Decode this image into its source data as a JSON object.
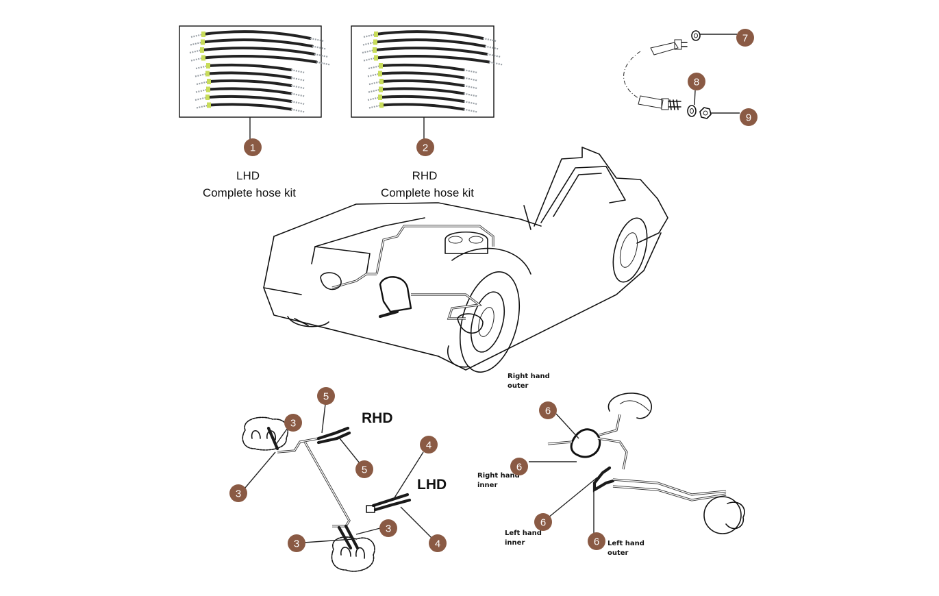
{
  "diagram": {
    "title": "Brake hose kit parts diagram",
    "badge_color": "#8a5a44",
    "kits": [
      {
        "number": "1",
        "line1": "LHD",
        "line2": "Complete hose kit"
      },
      {
        "number": "2",
        "line1": "RHD",
        "line2": "Complete hose kit"
      }
    ],
    "callouts": {
      "c3a": "3",
      "c3b": "3",
      "c3c": "3",
      "c3d": "3",
      "c4a": "4",
      "c4b": "4",
      "c5a": "5",
      "c5b": "5",
      "c6a": "6",
      "c6b": "6",
      "c6c": "6",
      "c6d": "6",
      "c7": "7",
      "c8": "8",
      "c9": "9"
    },
    "labels": {
      "rhd": "RHD",
      "lhd": "LHD",
      "right_hand_outer_1": "Right hand",
      "right_hand_outer_2": "outer",
      "right_hand_inner_1": "Right hand",
      "right_hand_inner_2": "inner",
      "left_hand_inner_1": "Left hand",
      "left_hand_inner_2": "inner",
      "left_hand_outer_1": "Left hand",
      "left_hand_outer_2": "outer"
    }
  }
}
